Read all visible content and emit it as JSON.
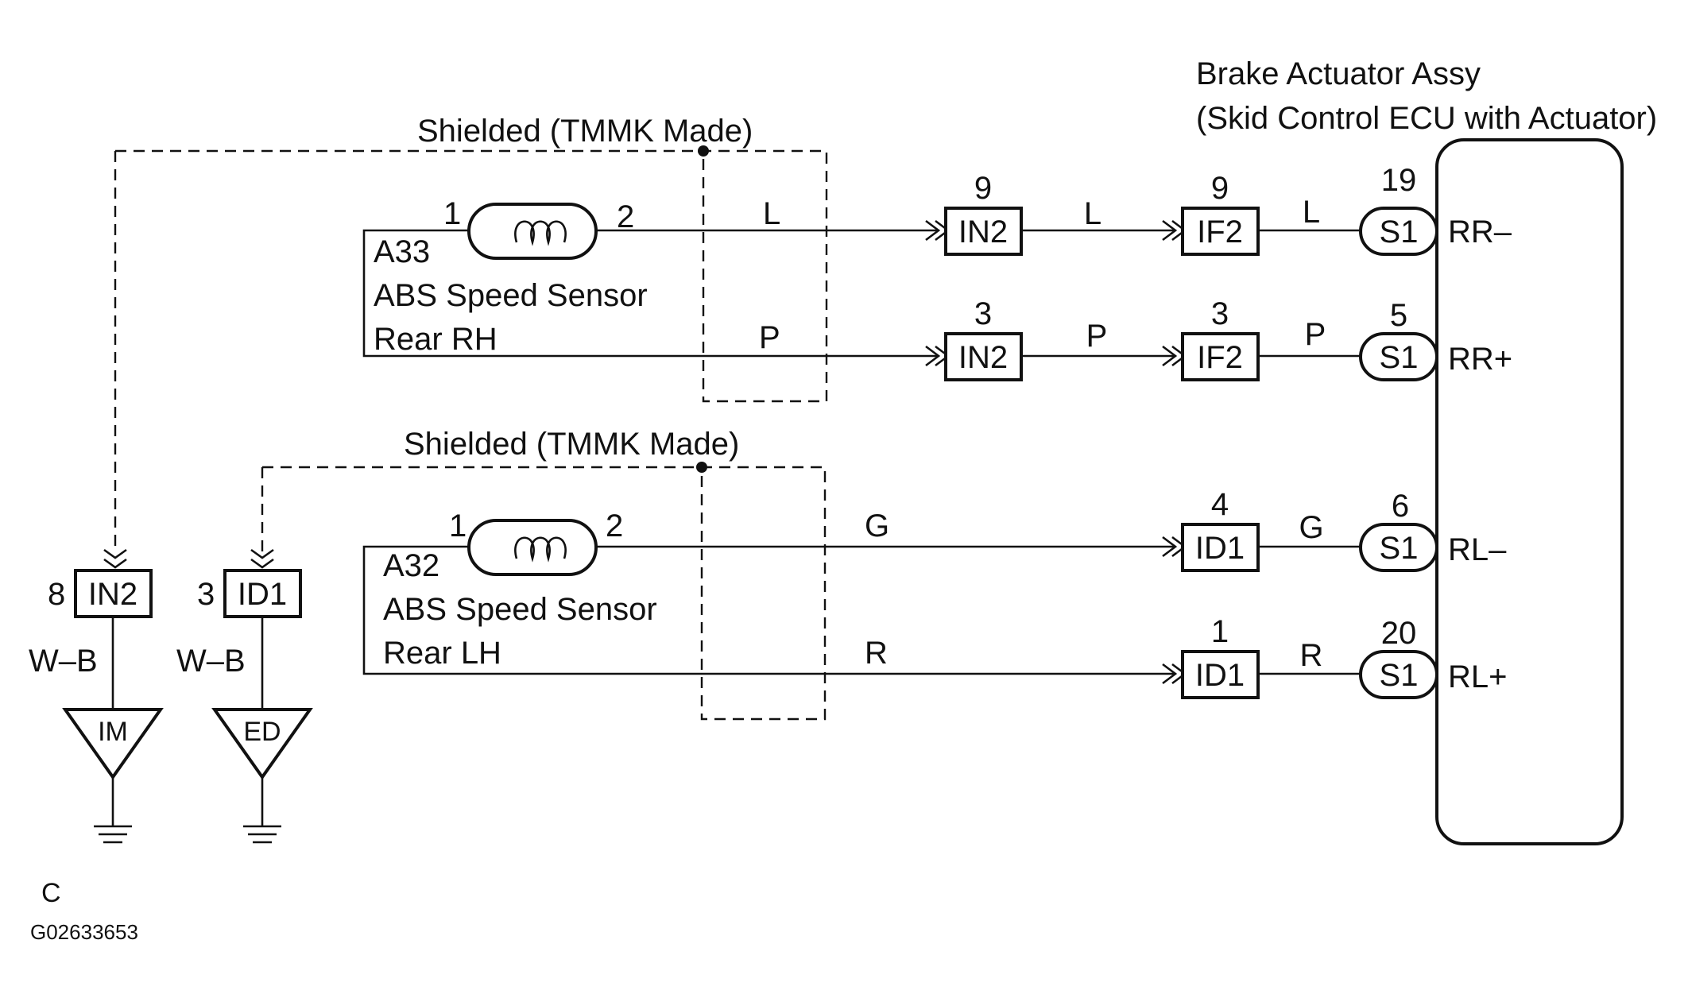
{
  "ecu": {
    "title_line1": "Brake Actuator Assy",
    "title_line2": "(Skid Control ECU with Actuator)"
  },
  "shield_upper": {
    "label": "Shielded (TMMK Made)"
  },
  "shield_lower": {
    "label": "Shielded (TMMK Made)"
  },
  "sensor_rh": {
    "code": "A33",
    "name_line1": "ABS Speed Sensor",
    "name_line2": "Rear RH",
    "pin_left": "1",
    "pin_right": "2"
  },
  "sensor_lh": {
    "code": "A32",
    "name_line1": "ABS Speed Sensor",
    "name_line2": "Rear LH",
    "pin_left": "1",
    "pin_right": "2"
  },
  "circuits": [
    {
      "sensor_wire": "L",
      "c1_pin": "9",
      "c1": "IN2",
      "mid_wire": "L",
      "c2_pin": "9",
      "c2": "IF2",
      "end_wire": "L",
      "ecu_pin": "19",
      "ecu_conn": "S1",
      "terminal": "RR–"
    },
    {
      "sensor_wire": "P",
      "c1_pin": "3",
      "c1": "IN2",
      "mid_wire": "P",
      "c2_pin": "3",
      "c2": "IF2",
      "end_wire": "P",
      "ecu_pin": "5",
      "ecu_conn": "S1",
      "terminal": "RR+"
    },
    {
      "sensor_wire": "G",
      "c2_pin": "4",
      "c2": "ID1",
      "end_wire": "G",
      "ecu_pin": "6",
      "ecu_conn": "S1",
      "terminal": "RL–"
    },
    {
      "sensor_wire": "R",
      "c2_pin": "1",
      "c2": "ID1",
      "end_wire": "R",
      "ecu_pin": "20",
      "ecu_conn": "S1",
      "terminal": "RL+"
    }
  ],
  "grounds": [
    {
      "pin": "8",
      "connector": "IN2",
      "wire": "W–B",
      "point": "IM"
    },
    {
      "pin": "3",
      "connector": "ID1",
      "wire": "W–B",
      "point": "ED"
    }
  ],
  "footer": {
    "section": "C",
    "figure_id": "G02633653"
  }
}
